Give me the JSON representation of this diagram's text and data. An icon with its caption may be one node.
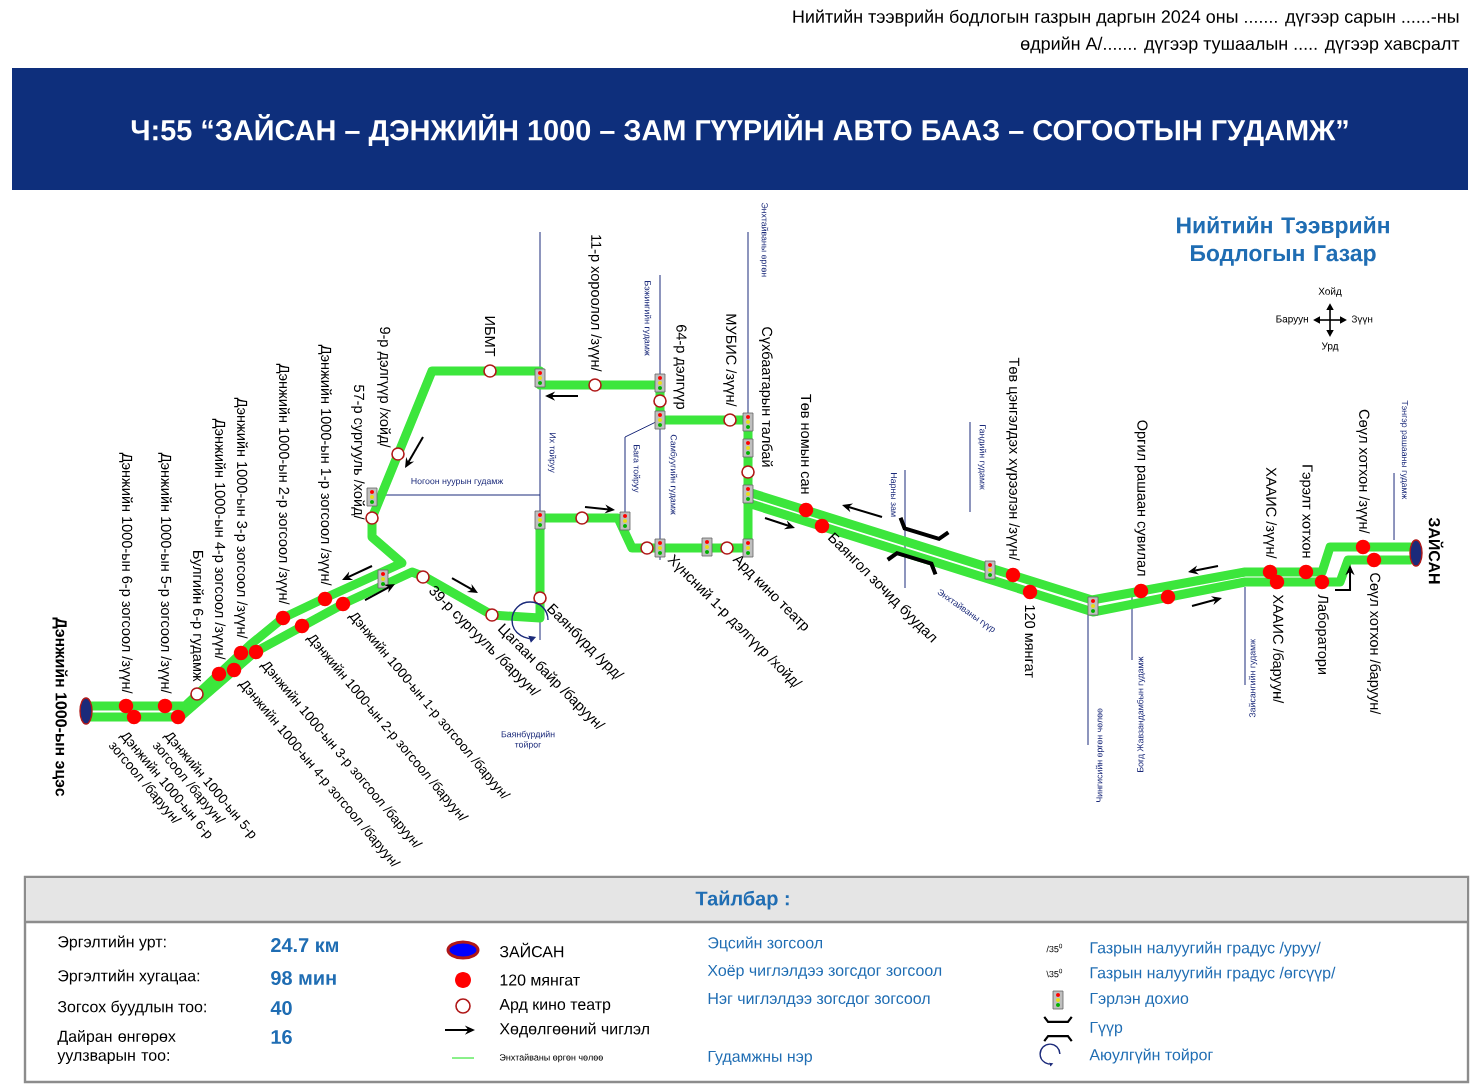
{
  "diagram": {
    "title": "Ч:55 “ЗАЙСАН – ДЭНЖИЙН 1000 – ЗАМ ГҮҮРИЙН АВТО БААЗ – СОГООТЫН ГУДАМЖ”",
    "labels": [
      "Нийтийн тээврийн бодлогын газрын даргын 2024 оны ....... дүгээр сарын ......-ны",
      "өдрийн А/....... дүгээр тушаалын ..... дүгээр хавсралт",
      "Нийтийн Тээврийн Бодлогын Газар",
      "Хойд",
      "Баруун",
      "Зүүн",
      "Урд",
      "Дэнжийн 1000-ын 6-р зогсоол /зүүн/",
      "Дэнжийн 1000-ын 5-р зогсоол /зүүн/",
      "Булгийн 6-р гудамж",
      "Дэнжийн 1000-ын 4-р зогсоол /зүүн/",
      "Дэнжийн 1000-ын 3-р зогсоол /зүүн/",
      "Дэнжийн 1000-ын 2-р зогсоол /зүүн/",
      "Дэнжийн 1000-ын 1-р зогсоол /зүүн/",
      "57-р сургууль /хойд/",
      "9-р дэлгүүр /хойд/",
      "ИБМТ",
      "11-р хороолол /зүүн/",
      "64-р дэлгүүр",
      "МУБИС /зүүн/",
      "Сүхбаатарын талбай",
      "Төв номын сан",
      "Төв цэнгэлдэх хүрээлэн /зүүн/",
      "Оргил рашаан сувилал",
      "ХААИС /зүүн/",
      "Гэрэлт хотхон",
      "Сөүл хотхон /зүүн/",
      "ЗАЙСАН",
      "Дэнжийн 1000-ын эцэс",
      "Дэнжийн 1000-ын 6-р зогсоол /баруун/",
      "Дэнжийн 1000-ын 5-р зогсоол /баруун/",
      "Дэнжийн 1000-ын 4-р зогсоол /баруун/",
      "Дэнжийн 1000-ын 3-р зогсоол /баруун/",
      "Дэнжийн 1000-ын 2-р зогсоол /баруун/",
      "Дэнжийн 1000-ын 1-р зогсоол /баруун/",
      "39-р сургууль /баруун/",
      "Цагаан байр /баруун/",
      "Баянбүрд /урд/",
      "Хүнсний 1-р дэлгүүр /хойд/",
      "Ард кино театр",
      "Баянгол зочид буудал",
      "120 мянгат",
      "ХААИС /баруун/",
      "Лаборатори",
      "Сөүл хотхон /баруун/",
      "Ногоон нуурын гудамж",
      "Их тойруу",
      "Баянбүрдийн тойрог",
      "Бэжингийн гудамж",
      "Бага тойруу",
      "Самбуугийн гудамж",
      "Энхтайваны өргөн",
      "Нарны зам",
      "Энхтайваны гүүр",
      "Гандийн гудамж",
      "Чингисийн өргөн чөлөө",
      "Богд Жавзандамбын гудамж",
      "Зайсангийн гудамж",
      "Тэнгэр рашааны гудамж",
      "Тайлбар :",
      "Эргэлтийн урт:",
      "24.7 км",
      "Эргэлтийн хугацаа:",
      "98 мин",
      "Зогсох буудлын тоо:",
      "40",
      "Дайран өнгөрөх уулзварын тоо:",
      "16",
      "Эцсийн зогсоол",
      "Хоёр чиглэлдээ зогсдог зогсоол",
      "Нэг чиглэлдээ зогсдог зогсоол",
      "Гудамжны нэр",
      "/35$^{0}$",
      "\\35$^{0}$"
    ],
    "legend": [
      {
        "text": "ЗАЙСАН"
      },
      {
        "text": "120 мянгат"
      },
      {
        "text": "Ард кино театр"
      },
      {
        "text": "Хөдөлгөөний чиглэл"
      },
      {
        "text": "Энхтайваны өргөн чөлөө"
      },
      {
        "text": "Газрын налуугийн градус /уруу/"
      },
      {
        "text": "Газрын налуугийн градус /өгсүүр/"
      },
      {
        "text": "Гэрлэн дохио"
      },
      {
        "text": "Гүүр"
      },
      {
        "text": "Аюулгүйн тойрог"
      }
    ]
  }
}
